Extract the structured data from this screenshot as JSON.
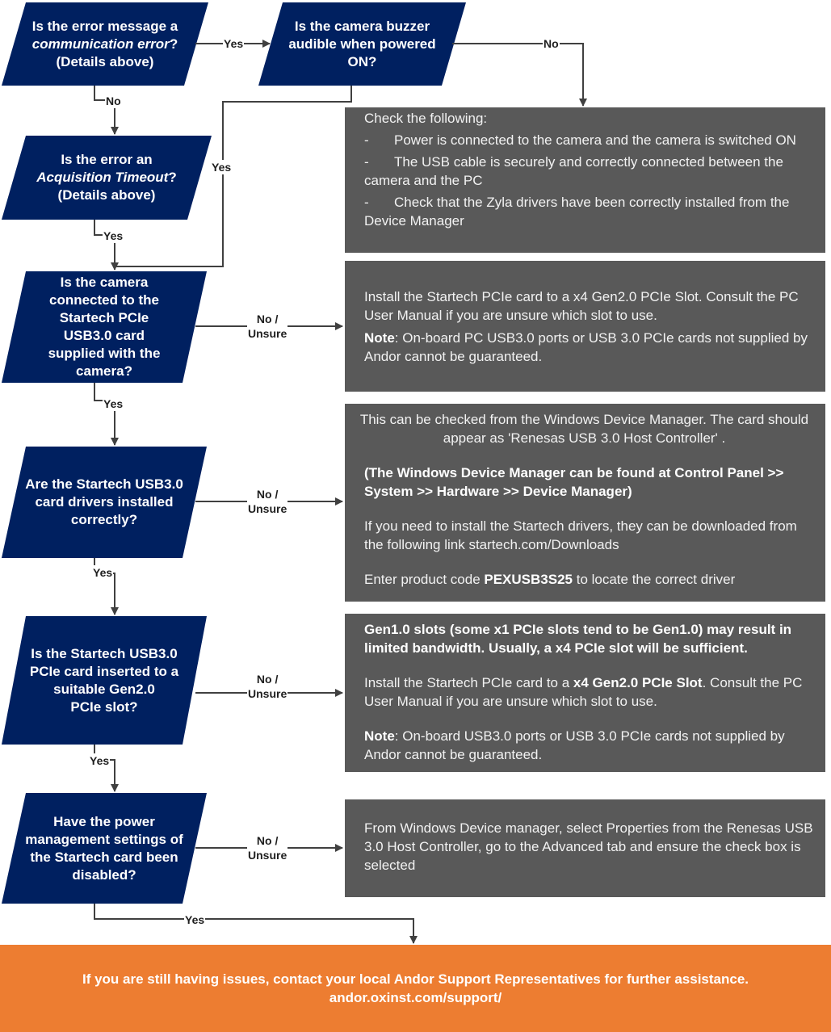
{
  "questions": {
    "q1": {
      "pre": "Is the error message a",
      "em": "communication error",
      "post": "?",
      "detail": "(Details above)"
    },
    "q2": {
      "l1": "Is the camera buzzer",
      "l2": "audible when powered",
      "l3": "ON?"
    },
    "q3": {
      "pre": "Is the error an",
      "em": "Acquisition Timeout",
      "post": "?",
      "detail": "(Details above)"
    },
    "q4": {
      "l1": "Is the camera",
      "l2": "connected to the",
      "l3": "Startech PCIe",
      "l4": "USB3.0 card",
      "l5": "supplied with the",
      "l6": "camera?"
    },
    "q5": {
      "l1": "Are the Startech USB3.0",
      "l2": "card drivers installed",
      "l3": "correctly?"
    },
    "q6": {
      "l1": "Is the Startech USB3.0",
      "l2": "PCIe card inserted to a",
      "l3": "suitable Gen2.0",
      "l4": "PCIe slot?"
    },
    "q7": {
      "l1": "Have the power",
      "l2": "management settings of",
      "l3": "the Startech card been",
      "l4": "disabled?"
    }
  },
  "labels": {
    "yes": "Yes",
    "no": "No",
    "no_unsure_1": "No /",
    "no_unsure_2": "Unsure"
  },
  "boxes": {
    "b1": {
      "heading": "Check the following:",
      "dash": "-",
      "item1": "Power is connected to the camera and the camera is switched ON",
      "item2": "The USB cable is securely and correctly connected between the camera and the PC",
      "item3": "Check that the Zyla drivers have been correctly installed from the Device Manager"
    },
    "b2": {
      "text1": "Install the Startech PCIe card to a x4 Gen2.0 PCIe Slot. Consult the PC User Manual if you are unsure which slot to use.",
      "note_label": "Note",
      "note_text": ": On-board PC USB3.0 ports or USB 3.0 PCIe cards not supplied by Andor cannot be guaranteed."
    },
    "b3": {
      "text1": "This can be checked from the Windows Device Manager. The card should appear as 'Renesas USB 3.0 Host Controller' .",
      "bold_text": "(The Windows Device Manager can be found at Control Panel >> System >> Hardware >> Device Manager)",
      "text2": "If you need to install the Startech drivers, they can be downloaded from the following link startech.com/Downloads",
      "text3_pre": "Enter product code ",
      "product_code": "PEXUSB3S25",
      "text3_post": " to locate the correct driver"
    },
    "b4": {
      "bold_text": "Gen1.0 slots (some x1 PCIe slots tend to be Gen1.0) may result in limited bandwidth. Usually, a x4 PCIe slot will be sufficient.",
      "text1_pre": "Install the Startech PCIe card to a ",
      "text1_bold": "x4 Gen2.0 PCIe Slot",
      "text1_post": ". Consult the PC User Manual if you are unsure which slot to use.",
      "note_label": "Note",
      "note_text": ": On-board USB3.0 ports or USB 3.0 PCIe cards not supplied by Andor cannot be guaranteed."
    },
    "b5": {
      "text1": "From Windows Device manager, select Properties from the Renesas USB 3.0 Host Controller, go to the Advanced tab and ensure the check box is selected"
    }
  },
  "final": {
    "line1": "If you are still having issues, contact your local Andor Support Representatives for further assistance.",
    "line2": "andor.oxinst.com/support/"
  },
  "colors": {
    "decision": "#002060",
    "info_box": "#595959",
    "final_box": "#ed7d31",
    "connector": "#404040"
  }
}
